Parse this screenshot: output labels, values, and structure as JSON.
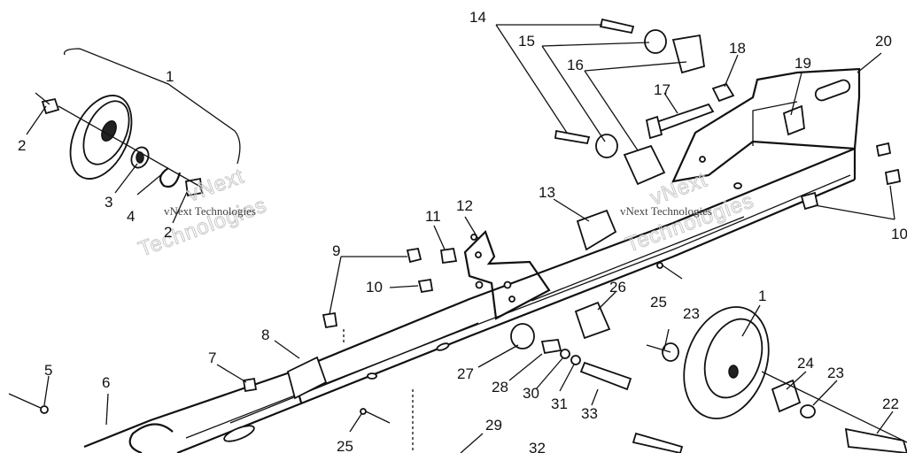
{
  "diagram": {
    "callouts": {
      "c1a": "1",
      "c2a": "2",
      "c3": "3",
      "c4": "4",
      "c2b": "2",
      "c14": "14",
      "c15": "15",
      "c16": "16",
      "c17": "17",
      "c18": "18",
      "c19": "19",
      "c20": "20",
      "c10a": "10",
      "c11": "11",
      "c12": "12",
      "c13": "13",
      "c9": "9",
      "c10b": "10",
      "c26": "26",
      "c25a": "25",
      "c23a": "23",
      "c1b": "1",
      "c8": "8",
      "c7": "7",
      "c5": "5",
      "c6": "6",
      "c25b": "25",
      "c27": "27",
      "c28": "28",
      "c30": "30",
      "c31": "31",
      "c33": "33",
      "c29": "29",
      "c32": "32",
      "c24": "24",
      "c23b": "23",
      "c22": "22"
    },
    "watermarks": {
      "small_left": "vNext Technologies",
      "small_right": "vNext Technologies",
      "big_left_1": "vNext",
      "big_left_2": "Technologies",
      "big_right_1": "vNext",
      "big_right_2": "Technologies"
    }
  }
}
